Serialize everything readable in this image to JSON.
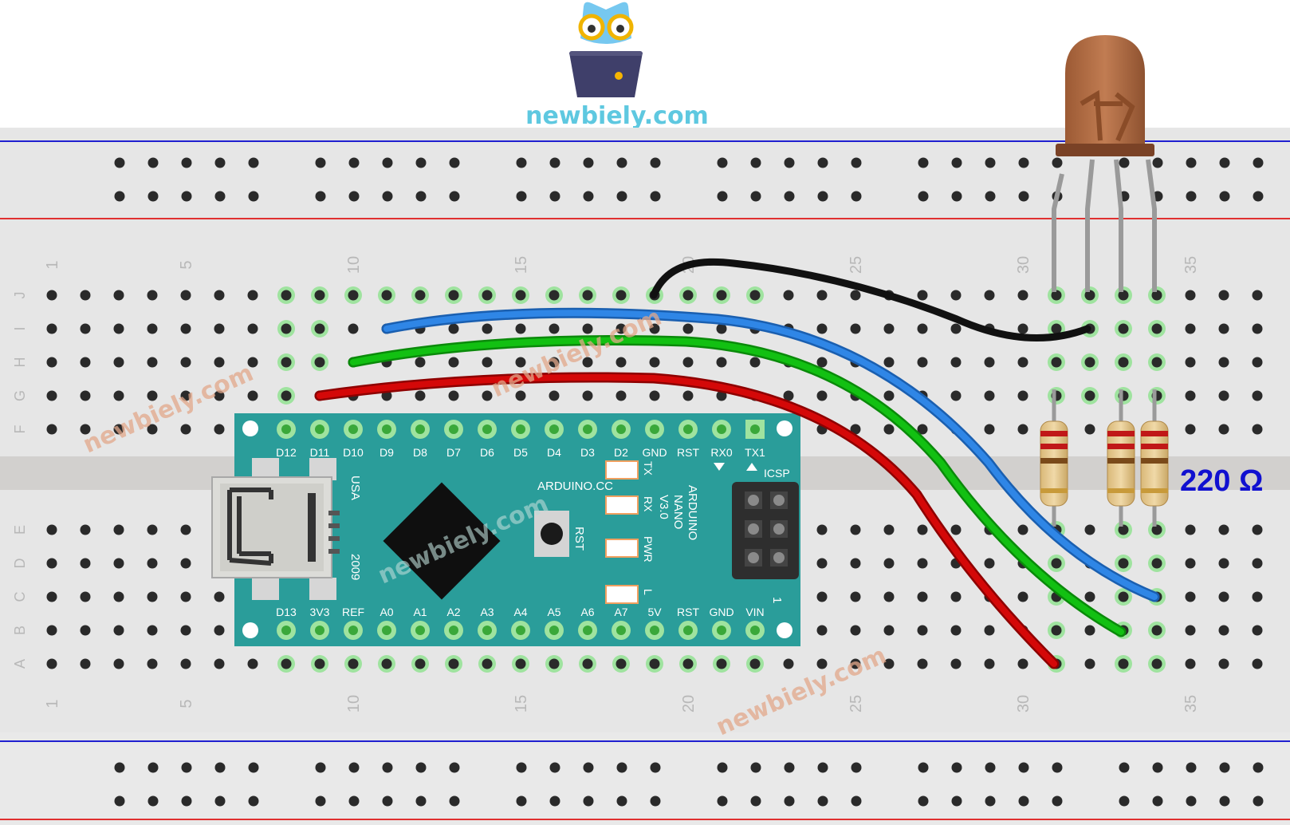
{
  "brand": {
    "text": "newbiely.com",
    "watermarks": [
      "newbiely.com",
      "newbiely.com",
      "newbiely.com",
      "newbiely.com"
    ]
  },
  "breadboard": {
    "column_numbers": [
      "1",
      "5",
      "10",
      "15",
      "20",
      "25",
      "30",
      "35"
    ],
    "row_letters_top": [
      "J",
      "I",
      "H",
      "G",
      "F"
    ],
    "row_letters_bottom": [
      "E",
      "D",
      "C",
      "B",
      "A"
    ]
  },
  "arduino": {
    "top_pins": [
      "D12",
      "D11",
      "D10",
      "D9",
      "D8",
      "D7",
      "D6",
      "D5",
      "D4",
      "D3",
      "D2",
      "GND",
      "RST",
      "RX0",
      "TX1"
    ],
    "bottom_pins": [
      "D13",
      "3V3",
      "REF",
      "A0",
      "A1",
      "A2",
      "A3",
      "A4",
      "A5",
      "A6",
      "A7",
      "5V",
      "RST",
      "GND",
      "VIN"
    ],
    "site": "ARDUINO.CC",
    "model": [
      "ARDUINO",
      "NANO",
      "V3.0"
    ],
    "icsp": "ICSP",
    "icsp_pin": "1",
    "usa": "USA",
    "year": "2009",
    "leds": [
      "TX",
      "RX",
      "PWR",
      "L"
    ],
    "rst": "RST"
  },
  "resistor_label": "220 Ω",
  "colors": {
    "board": "#2a9d9a",
    "breadboard": "#e6e6e6",
    "wire_red": "#cc0000",
    "wire_green": "#00b400",
    "wire_blue": "#2a7ad8",
    "wire_black": "#111111",
    "rail_red": "#e03030",
    "rail_blue": "#2020d0",
    "led_body": "#b06a40"
  }
}
